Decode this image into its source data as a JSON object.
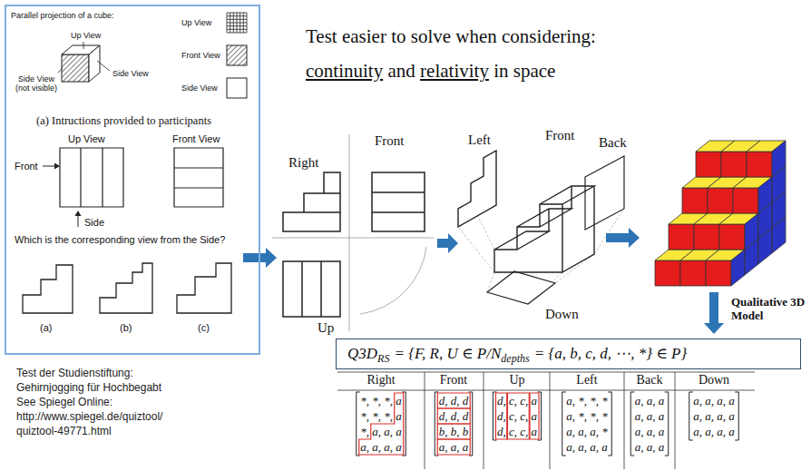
{
  "diagram": {
    "title": "Test easier to solve when considering:",
    "nodes": [
      {
        "text": [
          "Parallel projection of a cube:",
          "Up View",
          "Side View (not visible)",
          "Side View",
          "Up View",
          "Front View",
          "Side View",
          "(a) Intructions provided to participants",
          "Up View",
          "Front View",
          "Front",
          "Side",
          "Which is the corresponding view from the Side?",
          "(a)",
          "(b)",
          "(c)"
        ]
      },
      {
        "text": [
          "Q3D",
          "RS",
          "= {F, R, U ∈ P/N",
          "depths",
          "= {a, b, c, d, ⋯, *} ∈ P}"
        ]
      }
    ],
    "labels": [
      "Test der Studienstiftung:",
      "Gehirnjogging für Hochbegabt",
      "See Spiegel Online:",
      "http://www.spiegel.de/quiztool/",
      "quiztool-49771.html",
      "continuity",
      "and",
      "relativity",
      "in space",
      "Right",
      "Front",
      "Up",
      "Left",
      "Front",
      "Back",
      "Down",
      "Qualitative 3D Model",
      "Right",
      "Front",
      "Up",
      "Left",
      "Back",
      "Down",
      "*, *, *, a",
      "*, *, *, a",
      "*, a, a, a",
      "a, a, a, a",
      "d, d, d",
      "d, d, d",
      "b, b, b",
      "a, a, a",
      "d, c, c, a",
      "d, c, c, a",
      "d, c, c, a",
      "a, *, *, *",
      "a, *, *, *",
      "a, a, a, *",
      "a, a, a, a",
      "a, a, a",
      "a, a, a",
      "a, a, a",
      "a, a, a",
      "a, a, a, a",
      "a, a, a, a",
      "a, a, a, a"
    ]
  }
}
